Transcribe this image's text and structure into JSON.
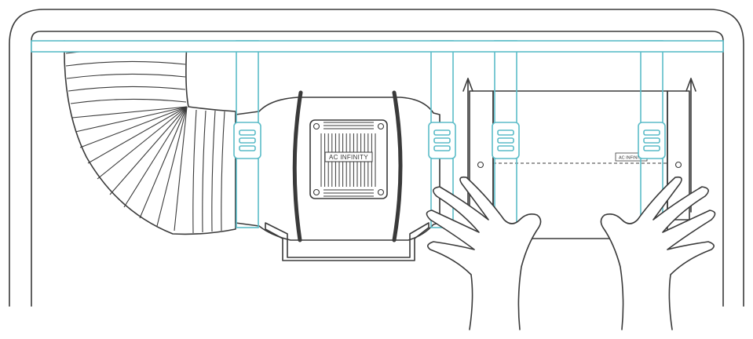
{
  "fan": {
    "brand_label": "AC INFINITY"
  },
  "filter": {
    "brand_label": "AC INFINITY"
  },
  "colors": {
    "strap": "#5bbcc8",
    "line": "#3a3a3a",
    "background": "#ffffff"
  },
  "icons": [
    "tent-frame",
    "flexible-duct",
    "inline-fan",
    "carbon-filter",
    "strap-buckle",
    "hands"
  ]
}
